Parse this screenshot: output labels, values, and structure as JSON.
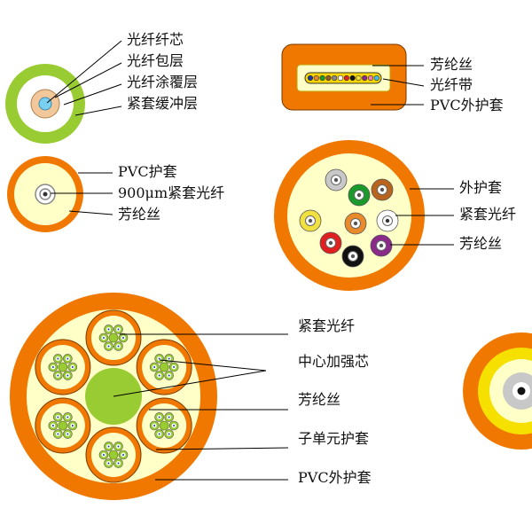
{
  "figures": {
    "simplex_fiber": {
      "labels": [
        "光纤纤芯",
        "光纤包层",
        "光纤涂覆层",
        "紧套缓冲层"
      ]
    },
    "ribbon_cable": {
      "labels": [
        "芳纶丝",
        "光纤带",
        "PVC外护套"
      ]
    },
    "simplex_cable": {
      "labels": [
        "PVC护套",
        "900μm紧套光纤",
        "芳纶丝"
      ]
    },
    "distribution_cable": {
      "labels": [
        "外护套",
        "紧套光纤",
        "芳纶丝"
      ],
      "fiber_colors": [
        "#c8c8c8",
        "#1a9a2a",
        "#b8641e",
        "#f0e040",
        "#e88a2a",
        "#ffffff",
        "#e02020",
        "#111111",
        "#8a2a8a"
      ]
    },
    "breakout_cable": {
      "labels": [
        "紧套光纤",
        "中心加强芯",
        "芳纶丝",
        "子单元护套",
        "PVC外护套"
      ],
      "subunit_count": 6
    }
  },
  "colors": {
    "jacket_orange": "#f07800",
    "aramid_yellow": "#ffffc8",
    "strength_member_green": "#99cc33",
    "cladding_green": "#99cc33"
  }
}
